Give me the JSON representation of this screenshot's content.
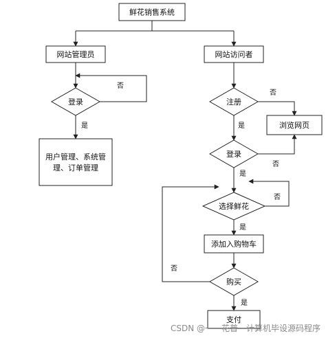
{
  "nodes": {
    "root": "鲜花销售系统",
    "admin": "网站管理员",
    "visitor": "网站访问者",
    "admin_login": "登录",
    "admin_tasks_line1": "用户管理、系统管",
    "admin_tasks_line2": "理、订单管理",
    "register": "注册",
    "browse": "浏览网页",
    "visitor_login": "登录",
    "select_flower": "选择鲜花",
    "add_cart": "添加入购物车",
    "purchase": "购买",
    "pay": "支付"
  },
  "conditions": {
    "admin_login_no": "否",
    "admin_login_yes": "是",
    "register_no": "否",
    "register_yes": "是",
    "visitor_login_no": "否",
    "visitor_login_yes": "是",
    "select_no": "否",
    "select_yes": "是",
    "purchase_no": "否",
    "purchase_yes": "是"
  },
  "watermark": "CSDN @一一花普一计算机毕设源码程序"
}
